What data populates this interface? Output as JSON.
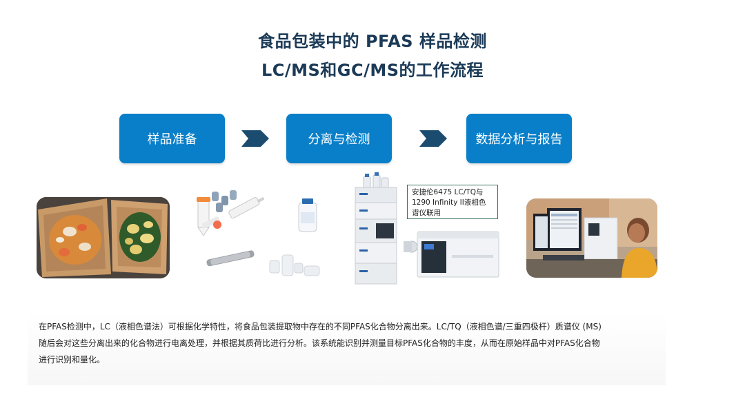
{
  "title": {
    "line1": "食品包装中的 PFAS 样品检测",
    "line2": "LC/MS和GC/MS的工作流程"
  },
  "steps": [
    {
      "label": "样品准备"
    },
    {
      "label": "分离与检测"
    },
    {
      "label": "数据分析与报告"
    }
  ],
  "instrument_callout": {
    "line1": "安捷伦6475 LC/TQ与",
    "line2": "1290 Infinity II液相色",
    "line3": "谱仪联用"
  },
  "description": {
    "line1": "在PFAS检测中，LC（液相色谱法）可根据化学特性，将食品包装提取物中存在的不同PFAS化合物分离出来。LC/TQ（液相色谱/三重四极杆）质谱仪 (MS)",
    "line2": " 随后会对这些分离出来的化合物进行电离处理，并根据其质荷比进行分析。该系统能识别并测量目标PFAS化合物的丰度，从而在原始样品中对PFAS化合物",
    "line3": "进行识别和量化。"
  },
  "colors": {
    "step_blue": "#0a7fc9",
    "title_navy": "#1b3a57",
    "chevron_navy": "#1b4b6e"
  }
}
